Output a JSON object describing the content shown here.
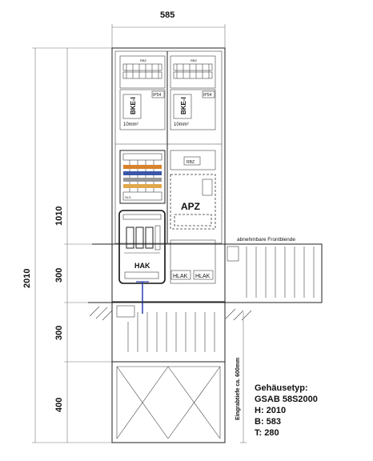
{
  "dimensions": {
    "width": "585",
    "total_height": "2010",
    "segments": [
      "1010",
      "300",
      "300",
      "400"
    ]
  },
  "labels": {
    "apz": "APZ",
    "hak": "HAK",
    "frontblende": "abnehmbare Frontblende",
    "eingrabtiefe": "Eingrabtiefe ca. 600mm",
    "hlak": "HLAK",
    "bke": "BKE-I",
    "ip54": "IP54",
    "cross_section": "10mm²",
    "sls": "SLS",
    "seal_tag": "RBZ"
  },
  "housing_info": {
    "title": "Gehäusetyp:",
    "type": "GSAB 58S2000",
    "h": "H: 2010",
    "b": "B: 583",
    "t": "T: 280"
  }
}
